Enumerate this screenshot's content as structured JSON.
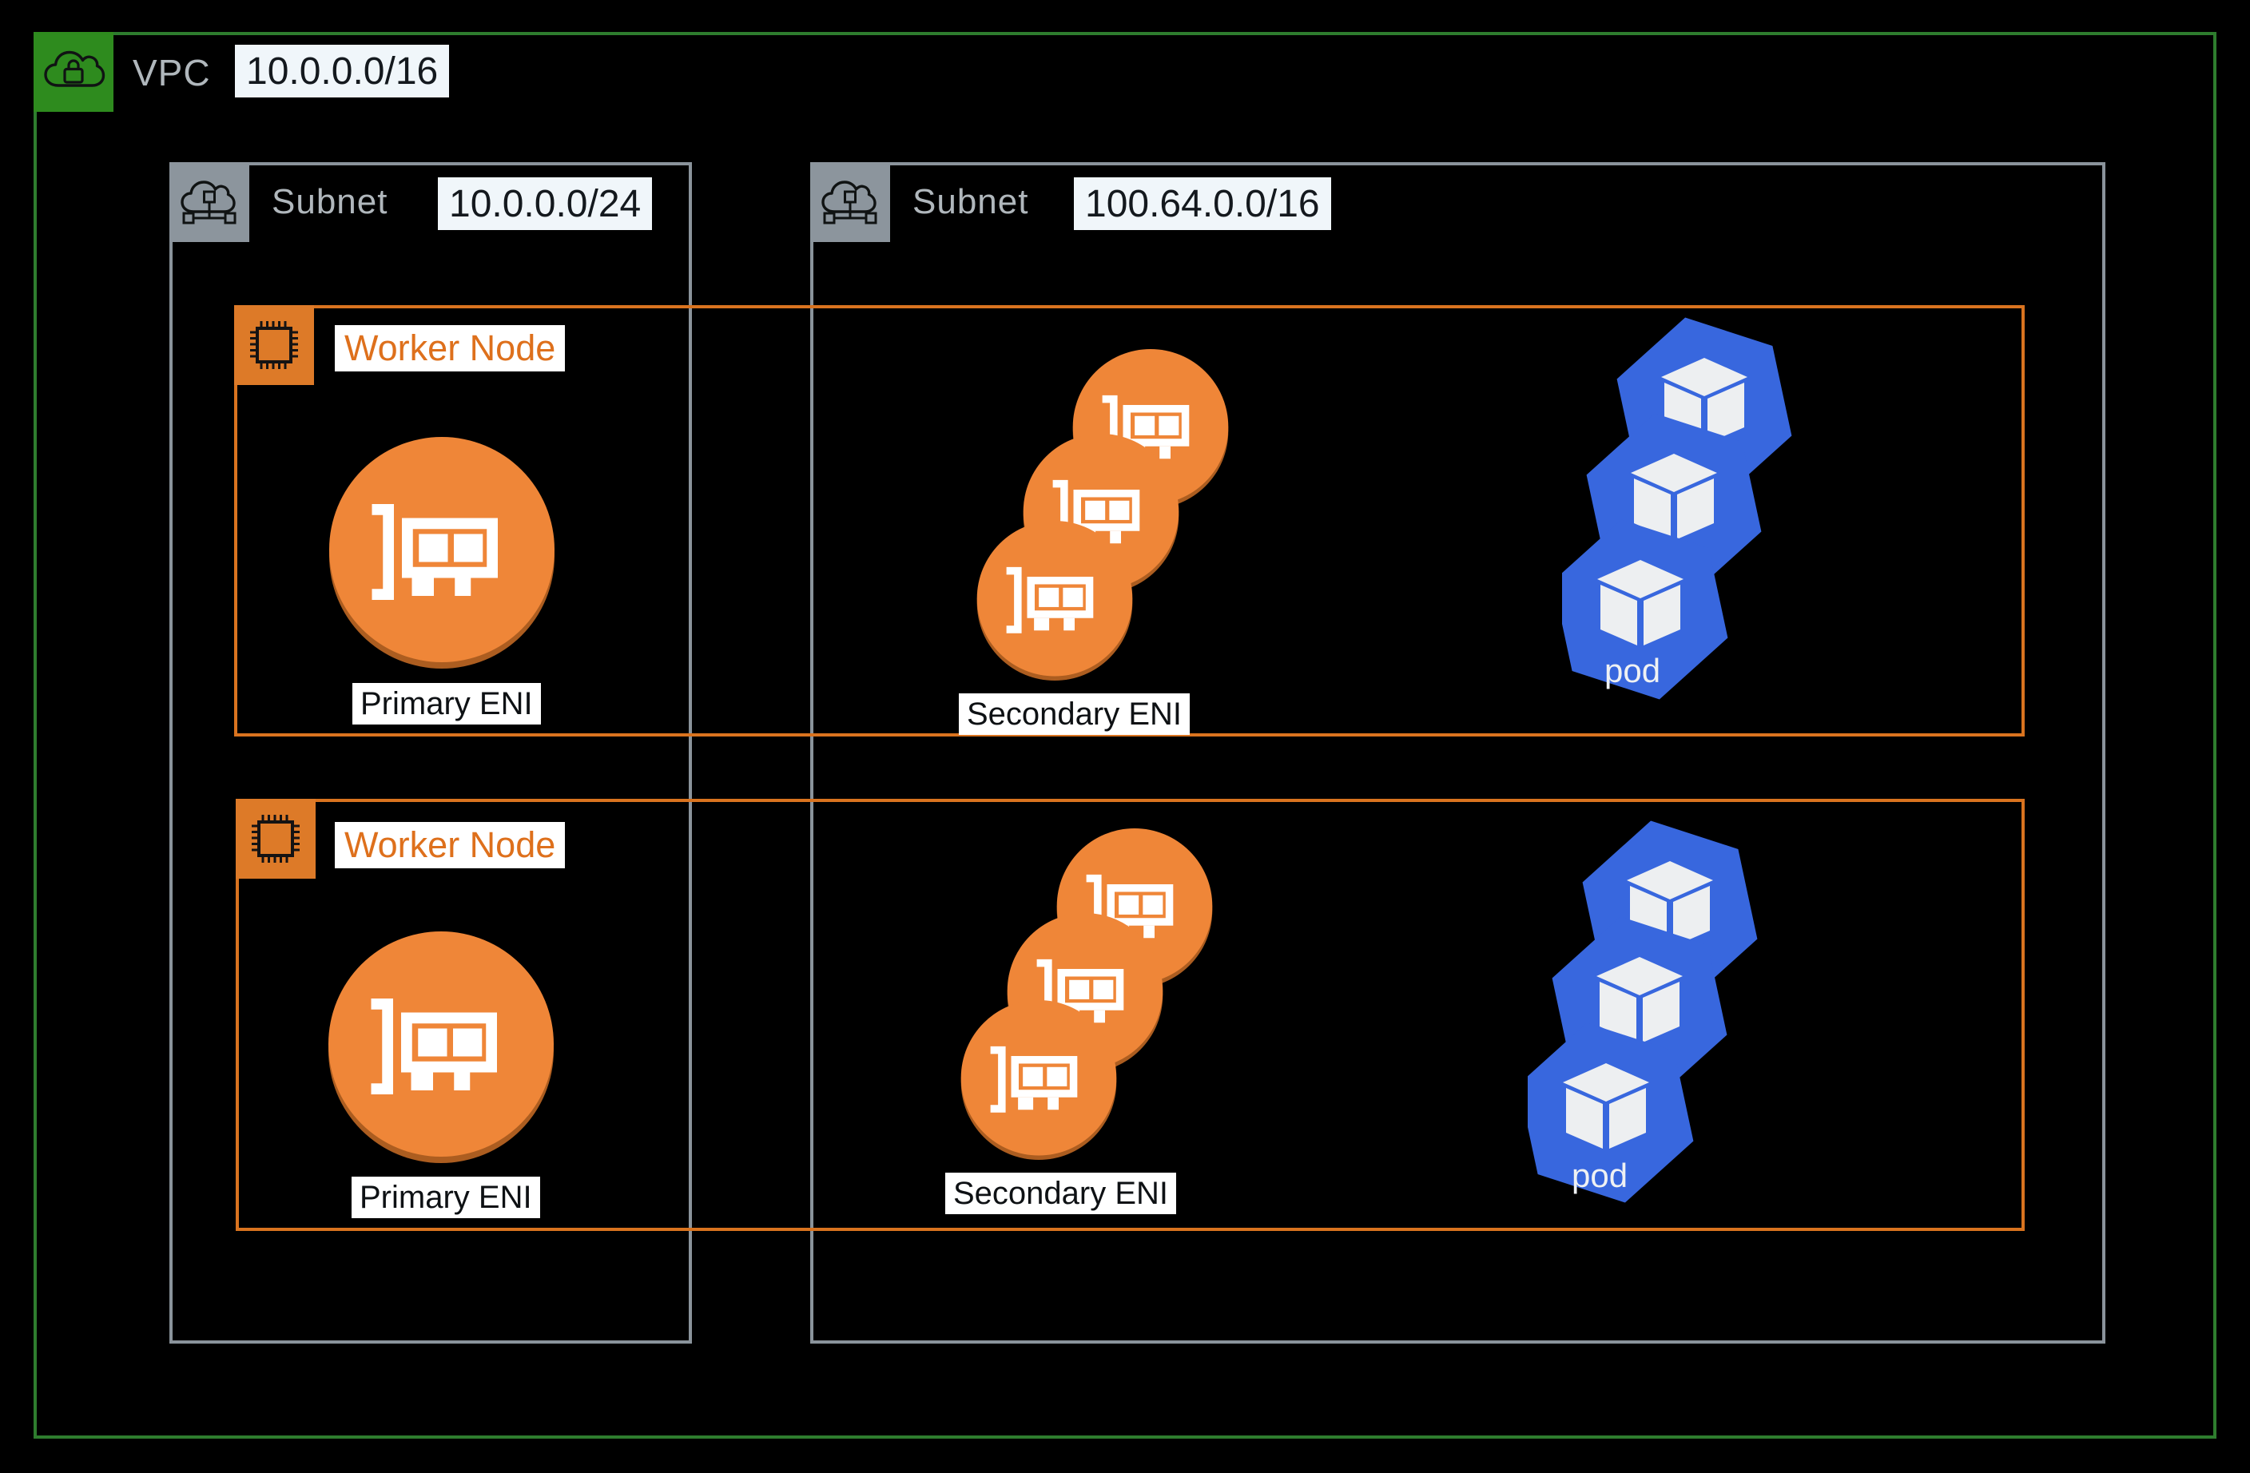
{
  "diagram": {
    "vpc": {
      "label": "VPC",
      "cidr": "10.0.0.0/16"
    },
    "subnets": [
      {
        "label": "Subnet",
        "cidr": "10.0.0.0/24"
      },
      {
        "label": "Subnet",
        "cidr": "100.64.0.0/16"
      }
    ],
    "worker_nodes": [
      {
        "label": "Worker Node",
        "primary_eni_label": "Primary ENI",
        "secondary_eni_label": "Secondary ENI",
        "pod_label": "pod"
      },
      {
        "label": "Worker Node",
        "primary_eni_label": "Primary ENI",
        "secondary_eni_label": "Secondary ENI",
        "pod_label": "pod"
      }
    ],
    "colors": {
      "vpc_icon_green": "#2E8B1E",
      "vpc_border_green": "#2E7D2E",
      "subnet_icon_gray": "#8C959D",
      "subnet_border_gray": "#8A939B",
      "worker_icon_orange": "#DD7A28",
      "worker_border_orange": "#D9731F",
      "eni_circle_orange": "#EF8638",
      "eni_shadow_orange": "#AC5D20",
      "pod_blue": "#3867DE",
      "cube_white": "#EDEFF1",
      "background": "#000000"
    }
  }
}
